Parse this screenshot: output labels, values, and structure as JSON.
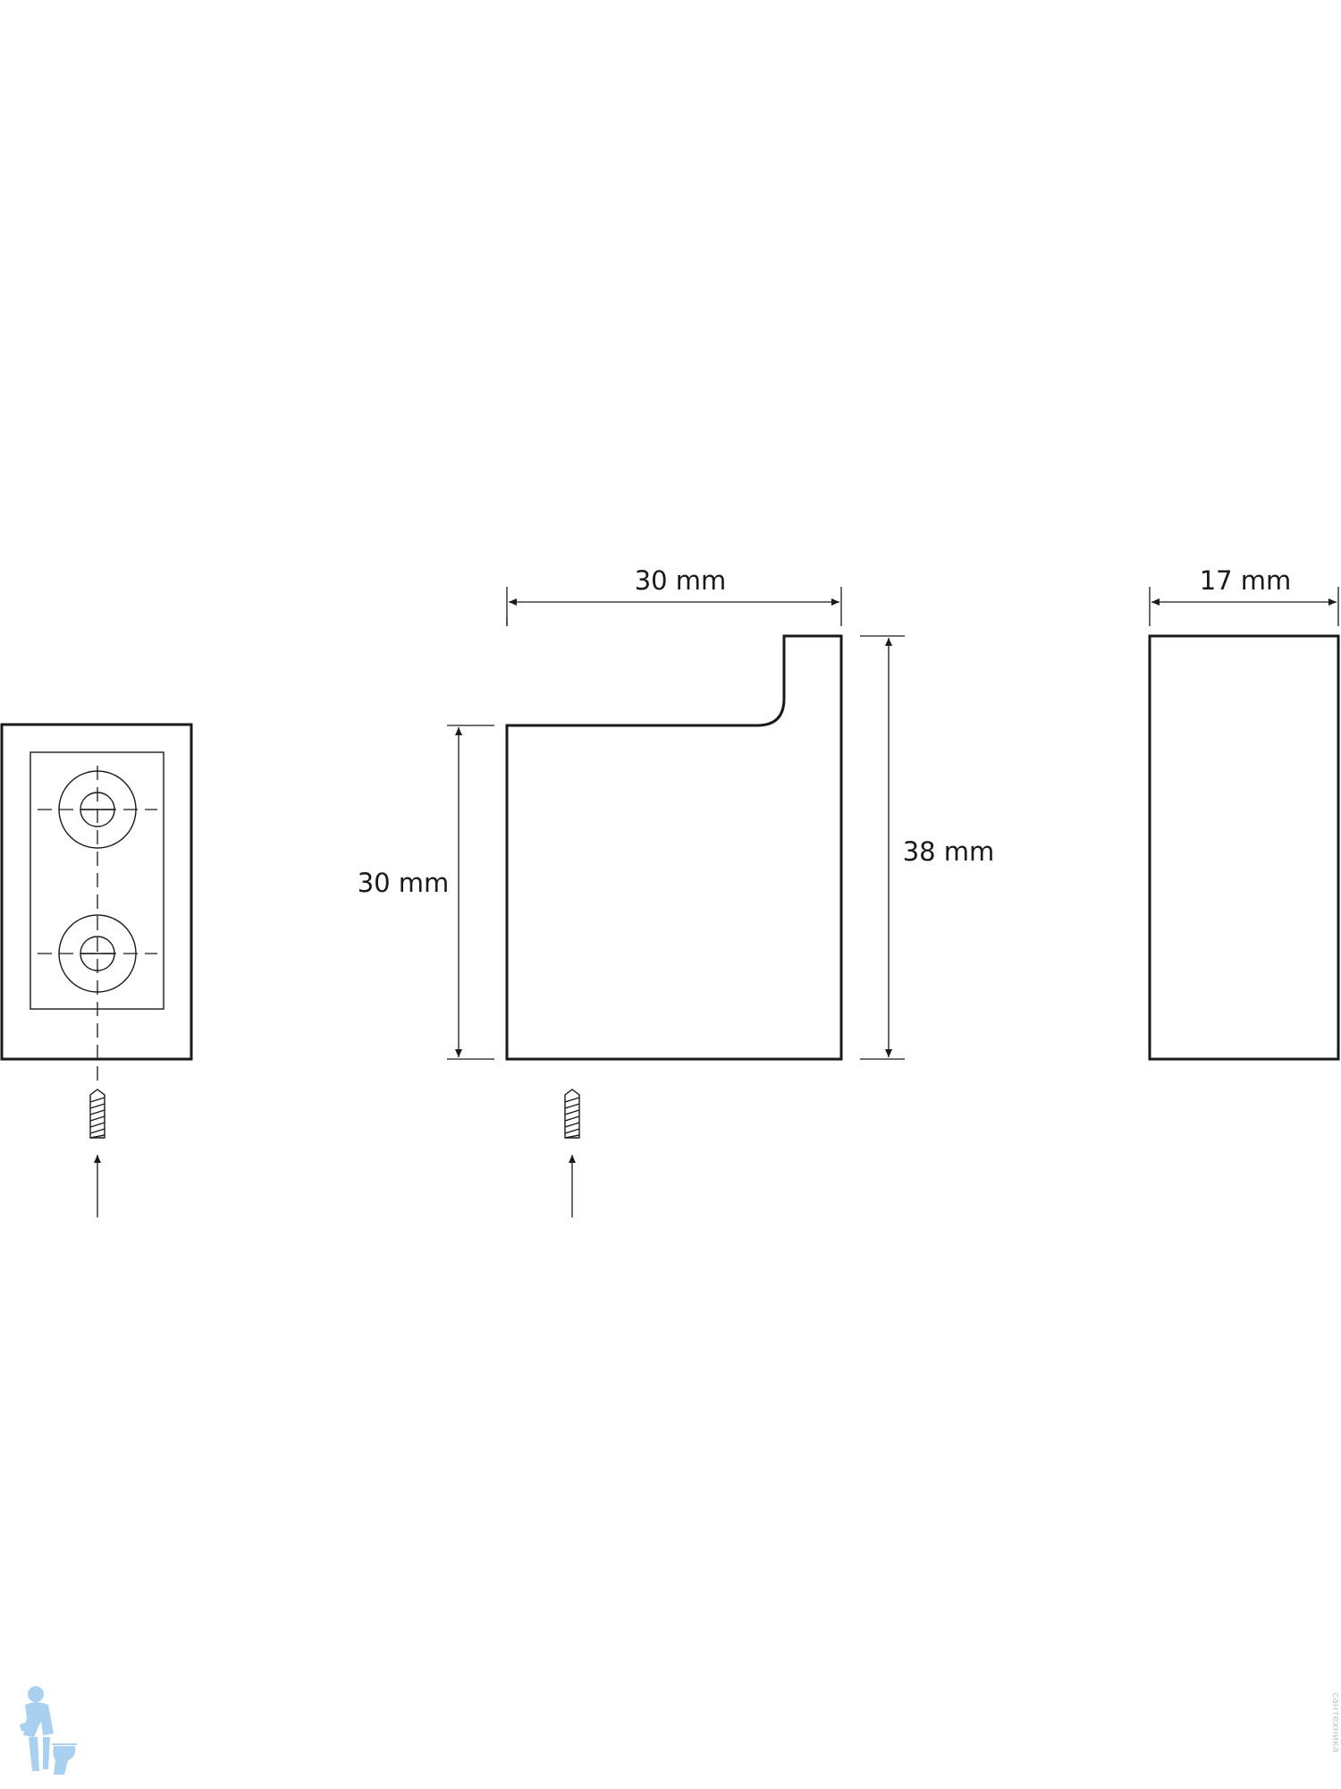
{
  "dimensions": {
    "top_width": "30 mm",
    "body_height": "30 mm",
    "total_height": "38 mm",
    "depth": "17 mm"
  },
  "watermark": "сантехника"
}
